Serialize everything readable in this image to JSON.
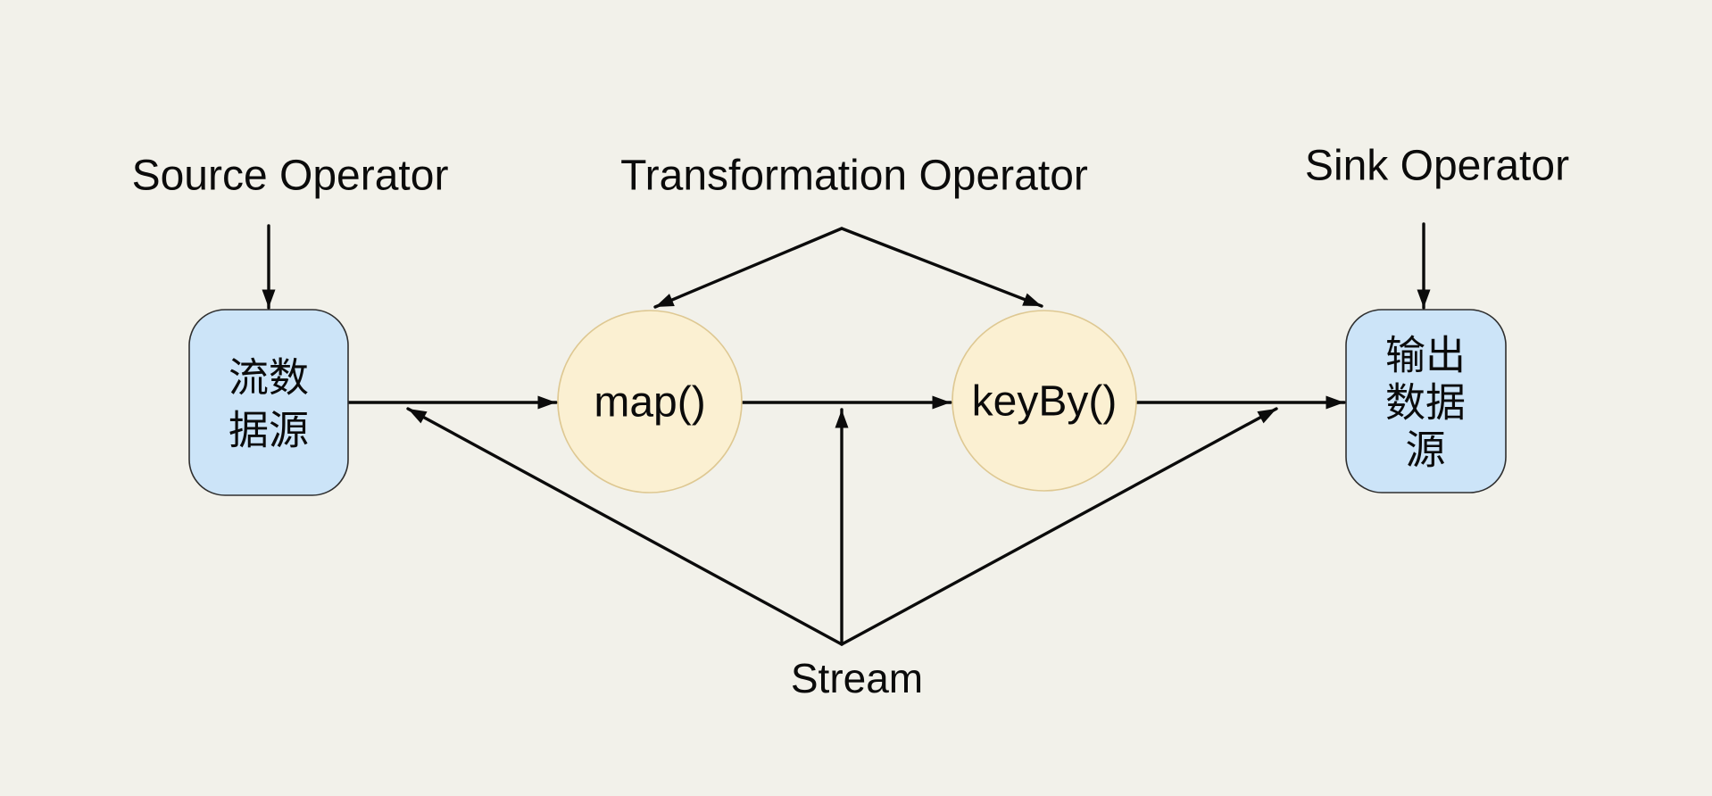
{
  "diagram": {
    "background_color": "#F2F1EA",
    "line_color": "#0b0b0b",
    "text_color": "#0b0b0b",
    "labels": {
      "source_operator": "Source Operator",
      "transformation_operator": "Transformation Operator",
      "sink_operator": "Sink Operator",
      "stream": "Stream"
    },
    "nodes": {
      "source": {
        "shape": "rounded-rect",
        "fill": "#CCE4F8",
        "border": "#2f2f2f",
        "text_lines": [
          "流数",
          "据源"
        ]
      },
      "map": {
        "shape": "circle",
        "fill": "#FBF0D2",
        "border": "#DEC892",
        "label": "map()"
      },
      "keyby": {
        "shape": "circle",
        "fill": "#FBF0D2",
        "border": "#DEC892",
        "label": "keyBy()"
      },
      "sink": {
        "shape": "rounded-rect",
        "fill": "#CCE4F8",
        "border": "#2f2f2f",
        "text_lines": [
          "输出",
          "数据",
          "源"
        ]
      }
    },
    "edges": [
      {
        "from": "source-operator-label",
        "to": "source-node",
        "style": "arrow"
      },
      {
        "from": "transformation-operator-label",
        "to": "map-node",
        "style": "arrow"
      },
      {
        "from": "transformation-operator-label",
        "to": "keyby-node",
        "style": "arrow"
      },
      {
        "from": "sink-operator-label",
        "to": "sink-node",
        "style": "arrow"
      },
      {
        "from": "source-node",
        "to": "map-node",
        "style": "arrow"
      },
      {
        "from": "map-node",
        "to": "keyby-node",
        "style": "arrow"
      },
      {
        "from": "keyby-node",
        "to": "sink-node",
        "style": "arrow"
      },
      {
        "from": "stream-label",
        "to": "source-map-edge",
        "style": "arrow"
      },
      {
        "from": "stream-label",
        "to": "map-keyby-edge",
        "style": "arrow"
      },
      {
        "from": "stream-label",
        "to": "keyby-sink-edge",
        "style": "arrow"
      }
    ]
  }
}
